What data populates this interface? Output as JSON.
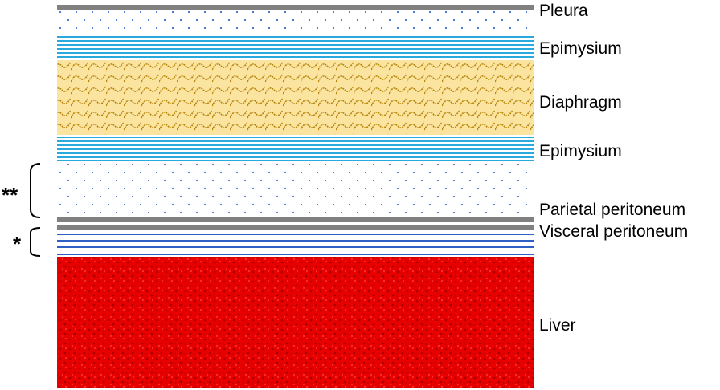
{
  "diagram": {
    "layers": [
      {
        "id": "pleura-line",
        "label": "Pleura"
      },
      {
        "id": "pleural-space",
        "label": ""
      },
      {
        "id": "epimysium-upper",
        "label": "Epimysium"
      },
      {
        "id": "diaphragm",
        "label": "Diaphragm"
      },
      {
        "id": "epimysium-lower",
        "label": "Epimysium"
      },
      {
        "id": "subperitoneal-space",
        "label": ""
      },
      {
        "id": "parietal-peritoneum",
        "label": "Parietal peritoneum"
      },
      {
        "id": "visceral-peritoneum",
        "label": "Visceral peritoneum"
      },
      {
        "id": "liver",
        "label": "Liver"
      }
    ],
    "brackets": {
      "double_star": "**",
      "single_star": "*"
    },
    "colors": {
      "membrane_gray": "#808080",
      "epimysium_blue": "#29a9dc",
      "dot_blue": "#3b6fd0",
      "diaphragm_fill": "#fbe3a0",
      "diaphragm_pattern": "#b8860b",
      "visceral_blue": "#2f5fc4",
      "liver_red": "#e60000"
    }
  }
}
